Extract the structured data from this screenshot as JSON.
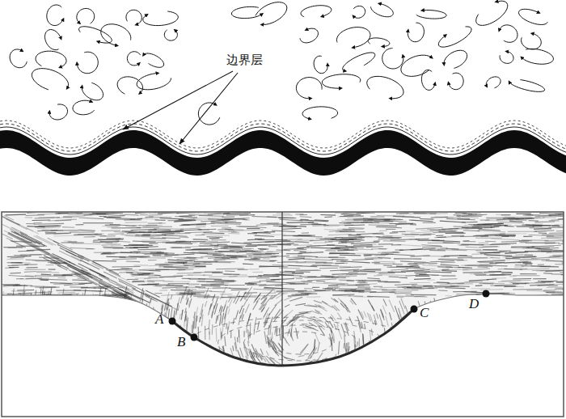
{
  "diagram": {
    "labels": [
      "边界层",
      "A",
      "B",
      "C",
      "D"
    ]
  }
}
